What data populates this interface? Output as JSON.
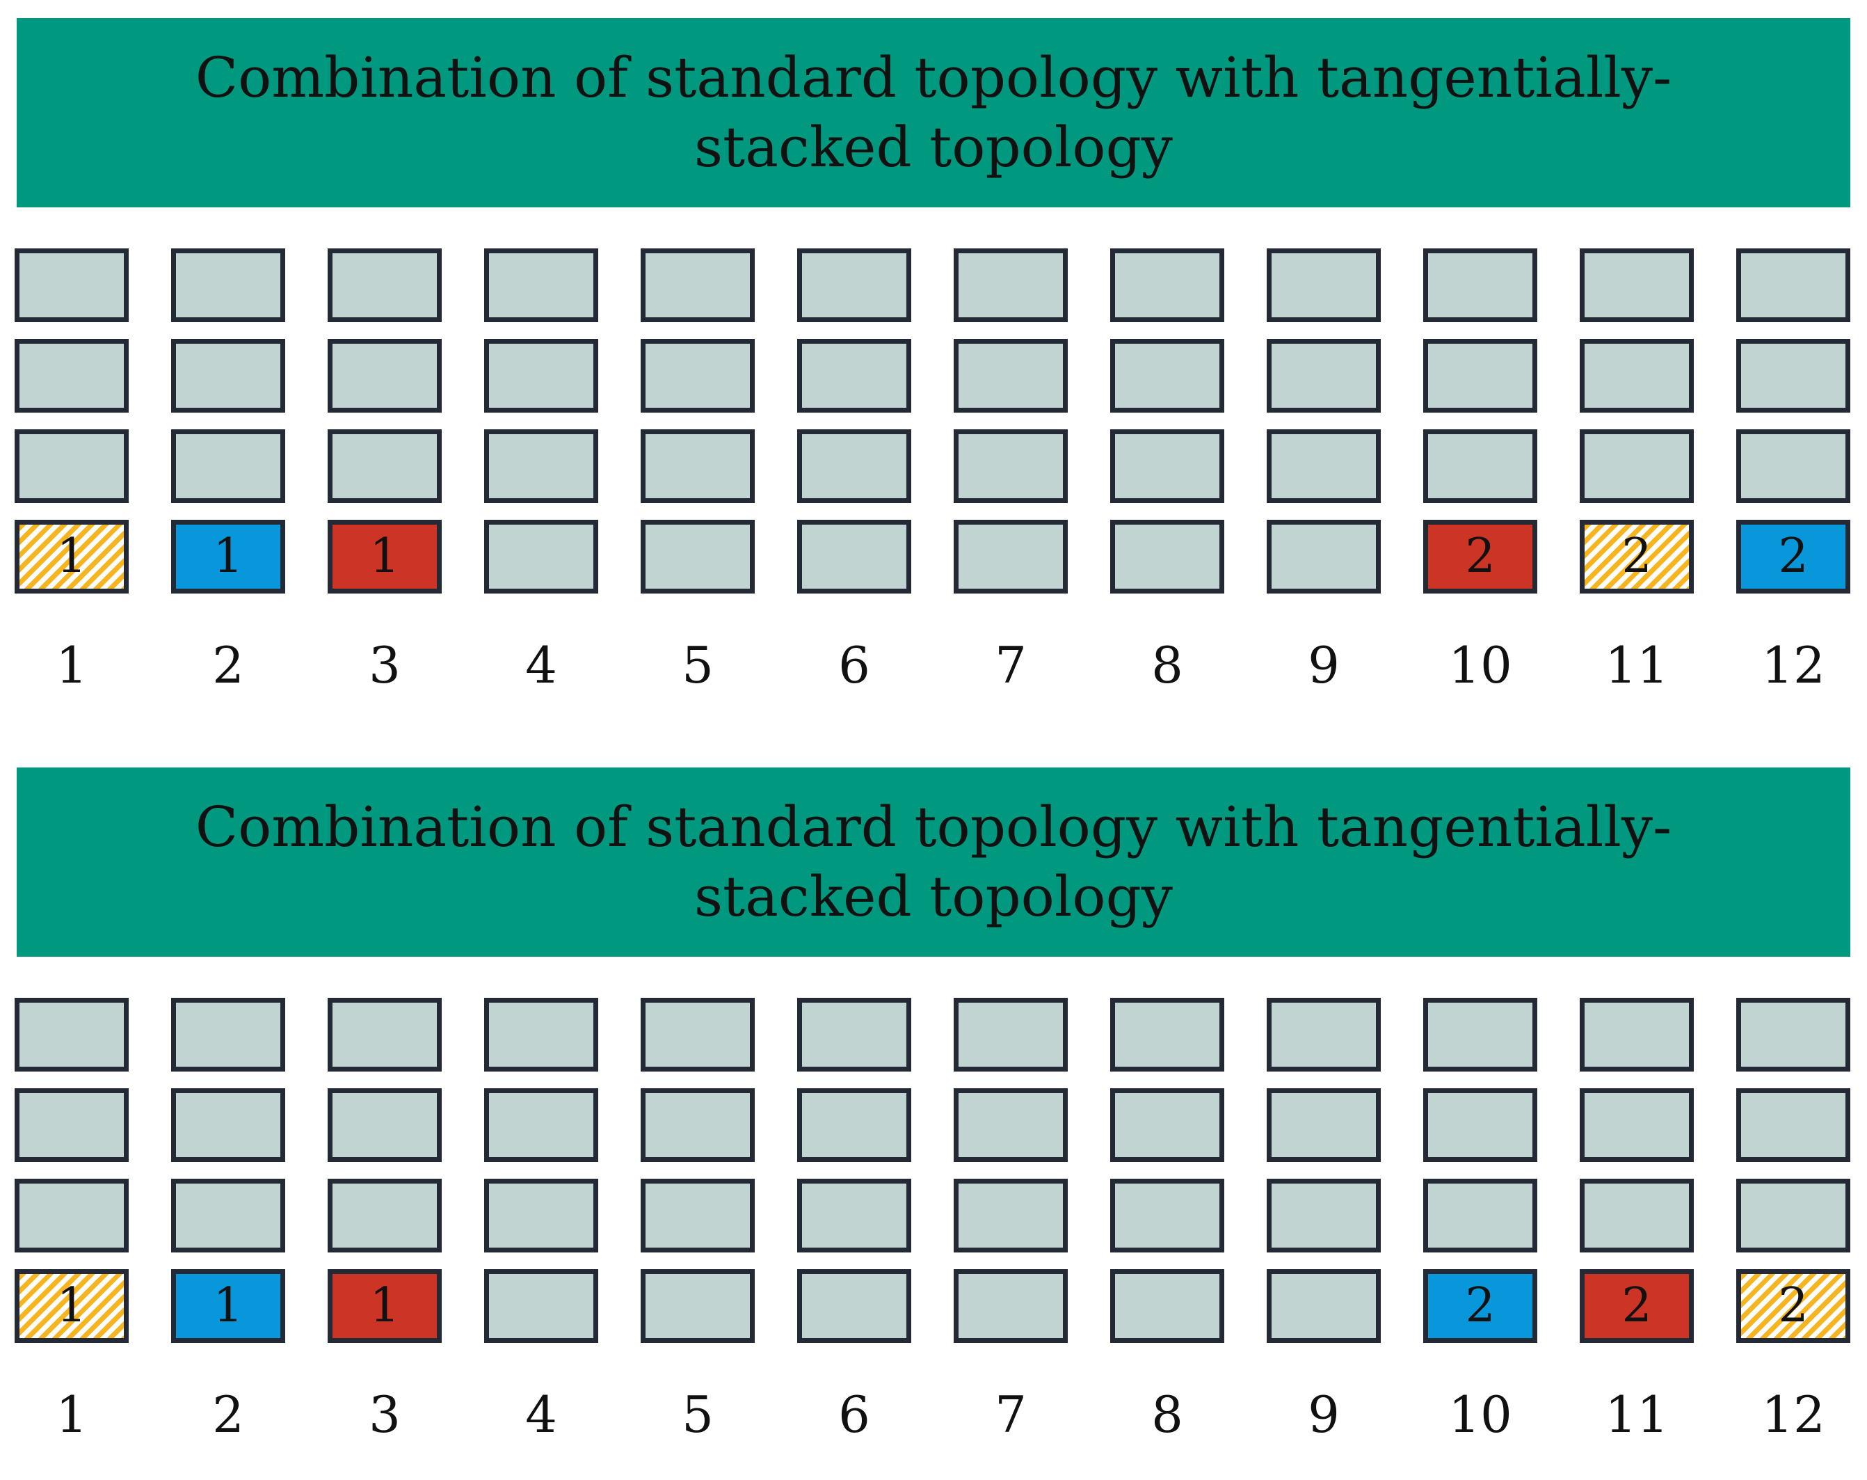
{
  "panels": [
    {
      "title": "Combination of standard topology with tangentially-stacked topology",
      "slot_numbers": [
        "1",
        "2",
        "3",
        "4",
        "5",
        "6",
        "7",
        "8",
        "9",
        "10",
        "11",
        "12"
      ],
      "bottom_layer": [
        {
          "slot": 1,
          "fill": "hatched-yellow",
          "label": "1"
        },
        {
          "slot": 2,
          "fill": "blue",
          "label": "1"
        },
        {
          "slot": 3,
          "fill": "red",
          "label": "1"
        },
        {
          "slot": 10,
          "fill": "red",
          "label": "2"
        },
        {
          "slot": 11,
          "fill": "hatched-yellow",
          "label": "2"
        },
        {
          "slot": 12,
          "fill": "blue",
          "label": "2"
        }
      ]
    },
    {
      "title": "Combination of standard topology with tangentially-stacked topology",
      "slot_numbers": [
        "1",
        "2",
        "3",
        "4",
        "5",
        "6",
        "7",
        "8",
        "9",
        "10",
        "11",
        "12"
      ],
      "bottom_layer": [
        {
          "slot": 1,
          "fill": "hatched-yellow",
          "label": "1"
        },
        {
          "slot": 2,
          "fill": "blue",
          "label": "1"
        },
        {
          "slot": 3,
          "fill": "red",
          "label": "1"
        },
        {
          "slot": 10,
          "fill": "blue",
          "label": "2"
        },
        {
          "slot": 11,
          "fill": "red",
          "label": "2"
        },
        {
          "slot": 12,
          "fill": "hatched-yellow",
          "label": "2"
        }
      ]
    }
  ],
  "colors": {
    "banner": "#00987f",
    "empty_slot": "#c2d4d1",
    "slot_border": "#232a35",
    "blue": "#0897da",
    "red": "#cc3526",
    "yellow": "#f6b51f"
  }
}
